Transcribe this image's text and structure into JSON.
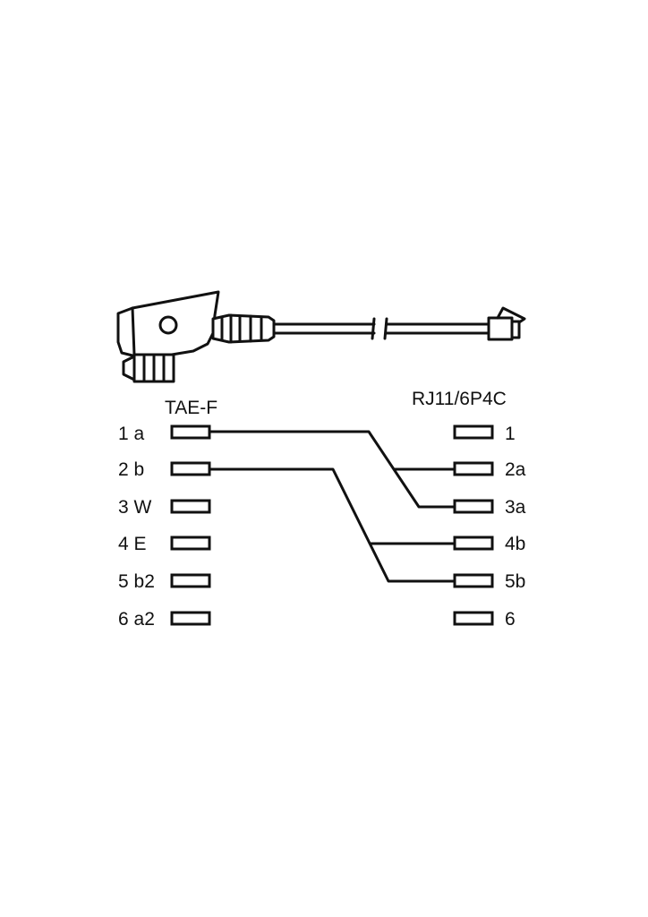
{
  "left_connector": {
    "title": "TAE-F",
    "pins": [
      "1 a",
      "2 b",
      "3 W",
      "4 E",
      "5 b2",
      "6 a2"
    ]
  },
  "right_connector": {
    "title": "RJ11/6P4C",
    "pins": [
      "1",
      "2a",
      "3a",
      "4b",
      "5b",
      "6"
    ]
  },
  "wiring": [
    {
      "from": "1 a",
      "to": [
        "2a",
        "3a"
      ]
    },
    {
      "from": "2 b",
      "to": [
        "4b",
        "5b"
      ]
    }
  ]
}
